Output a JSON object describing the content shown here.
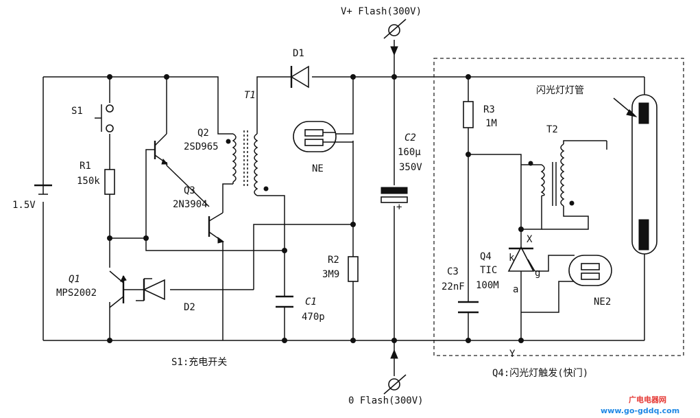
{
  "terminals": {
    "top": "V+ Flash(300V)",
    "bottom": "0 Flash(300V)"
  },
  "battery": {
    "value": "1.5V"
  },
  "switch_s1": {
    "ref": "S1"
  },
  "resistors": {
    "r1": {
      "ref": "R1",
      "value": "150k"
    },
    "r2": {
      "ref": "R2",
      "value": "3M9"
    },
    "r3": {
      "ref": "R3",
      "value": "1M"
    }
  },
  "transistors": {
    "q1": {
      "ref": "Q1",
      "part": "MPS2002"
    },
    "q2": {
      "ref": "Q2",
      "part": "2SD965"
    },
    "q3": {
      "ref": "Q3",
      "part": "2N3904"
    },
    "q4": {
      "ref": "Q4",
      "part": "TIC",
      "value": "100M"
    }
  },
  "diodes": {
    "d1": "D1",
    "d2": "D2"
  },
  "transformers": {
    "t1": "T1",
    "t2": "T2"
  },
  "capacitors": {
    "c1": {
      "ref": "C1",
      "value": "470p"
    },
    "c2": {
      "ref": "C2",
      "value1": "160μ",
      "value2": "350V",
      "polarity": "+"
    },
    "c3": {
      "ref": "C3",
      "value": "22nF"
    }
  },
  "neon": {
    "ne": "NE",
    "ne2": "NE2"
  },
  "scr_pins": {
    "k": "k",
    "g": "g",
    "a": "a"
  },
  "nodes": {
    "x": "X",
    "y": "Y"
  },
  "flash_tube": {
    "label": "闪光灯灯管"
  },
  "captions": {
    "left": "S1:充电开关",
    "right": "Q4:闪光灯触发(快门)"
  },
  "watermark": {
    "line1": "广电电器网",
    "line2": "www.go-gddq.com",
    "color1": "#e53935",
    "color2": "#1e88e5"
  }
}
